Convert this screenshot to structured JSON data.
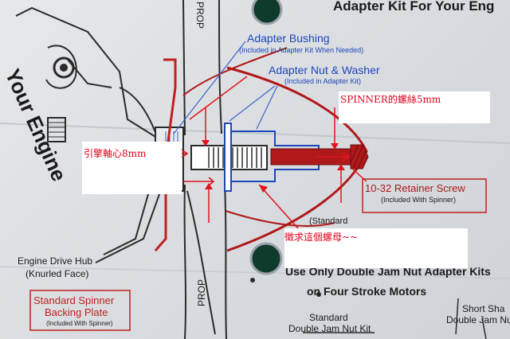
{
  "header": {
    "title": "Adapter Kit For Your Eng"
  },
  "labels": {
    "your_engine": "Your Engine",
    "prop_top": "PROP",
    "prop_bottom": "PROP",
    "adapter_bushing": "Adapter Bushing",
    "adapter_bushing_sub": "(Included in Adapter Kit When Needed)",
    "adapter_nut": "Adapter Nut & Washer",
    "adapter_nut_sub": "(Included in Adapter Kit)",
    "retainer_screw": "10-32 Retainer Screw",
    "retainer_screw_sub": "(Included With Spinner)",
    "standard_small": "(Standard",
    "drive_hub": "Engine Drive Hub",
    "drive_hub_sub": "(Knurled Face)",
    "backing_plate_1": "Standard Spinner",
    "backing_plate_2": "Backing Plate",
    "backing_plate_sub": "(Included With Spinner)",
    "bottom_banner": "Use Only Double Jam Nut Adapter Kits",
    "four_stroke": "on Four Stroke Motors",
    "standard_kit_1": "Standard",
    "standard_kit_2": "Double Jam Nut Kit",
    "short_shaft_1": "Short Sha",
    "short_shaft_2": "Double Jam Nu"
  },
  "annotations": {
    "spinner_thread": "SPINNER的螺絲5mm",
    "engine_shaft": "引擎軸心8mm",
    "seeking_nut": "徵求這個螺母~~"
  },
  "colors": {
    "blue": "#1d47b8",
    "red": "#c0201f",
    "annotation_red": "#e0001a"
  }
}
